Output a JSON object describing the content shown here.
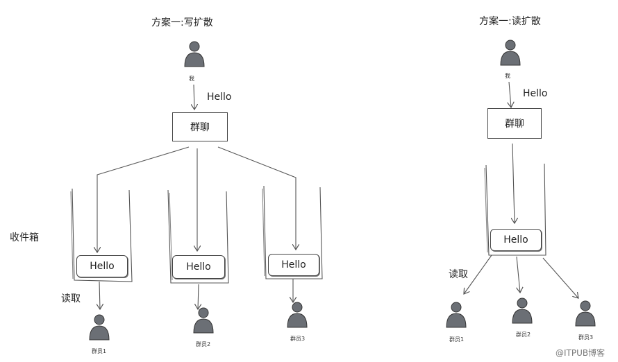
{
  "left": {
    "title": "方案一:写扩散",
    "me_label": "我",
    "message": "Hello",
    "group": "群聊",
    "inbox_label": "收件箱",
    "read_label": "读取",
    "inbox_messages": [
      "Hello",
      "Hello",
      "Hello"
    ],
    "members": [
      "群员1",
      "群员2",
      "群员3"
    ]
  },
  "right": {
    "title": "方案一:读扩散",
    "me_label": "我",
    "message": "Hello",
    "group": "群聊",
    "stored_message": "Hello",
    "read_label": "读取",
    "members": [
      "群员1",
      "群员2",
      "群员3"
    ]
  },
  "watermark": "@ITPUB博客",
  "colors": {
    "person": "#6b6f75",
    "stroke": "#444444"
  }
}
